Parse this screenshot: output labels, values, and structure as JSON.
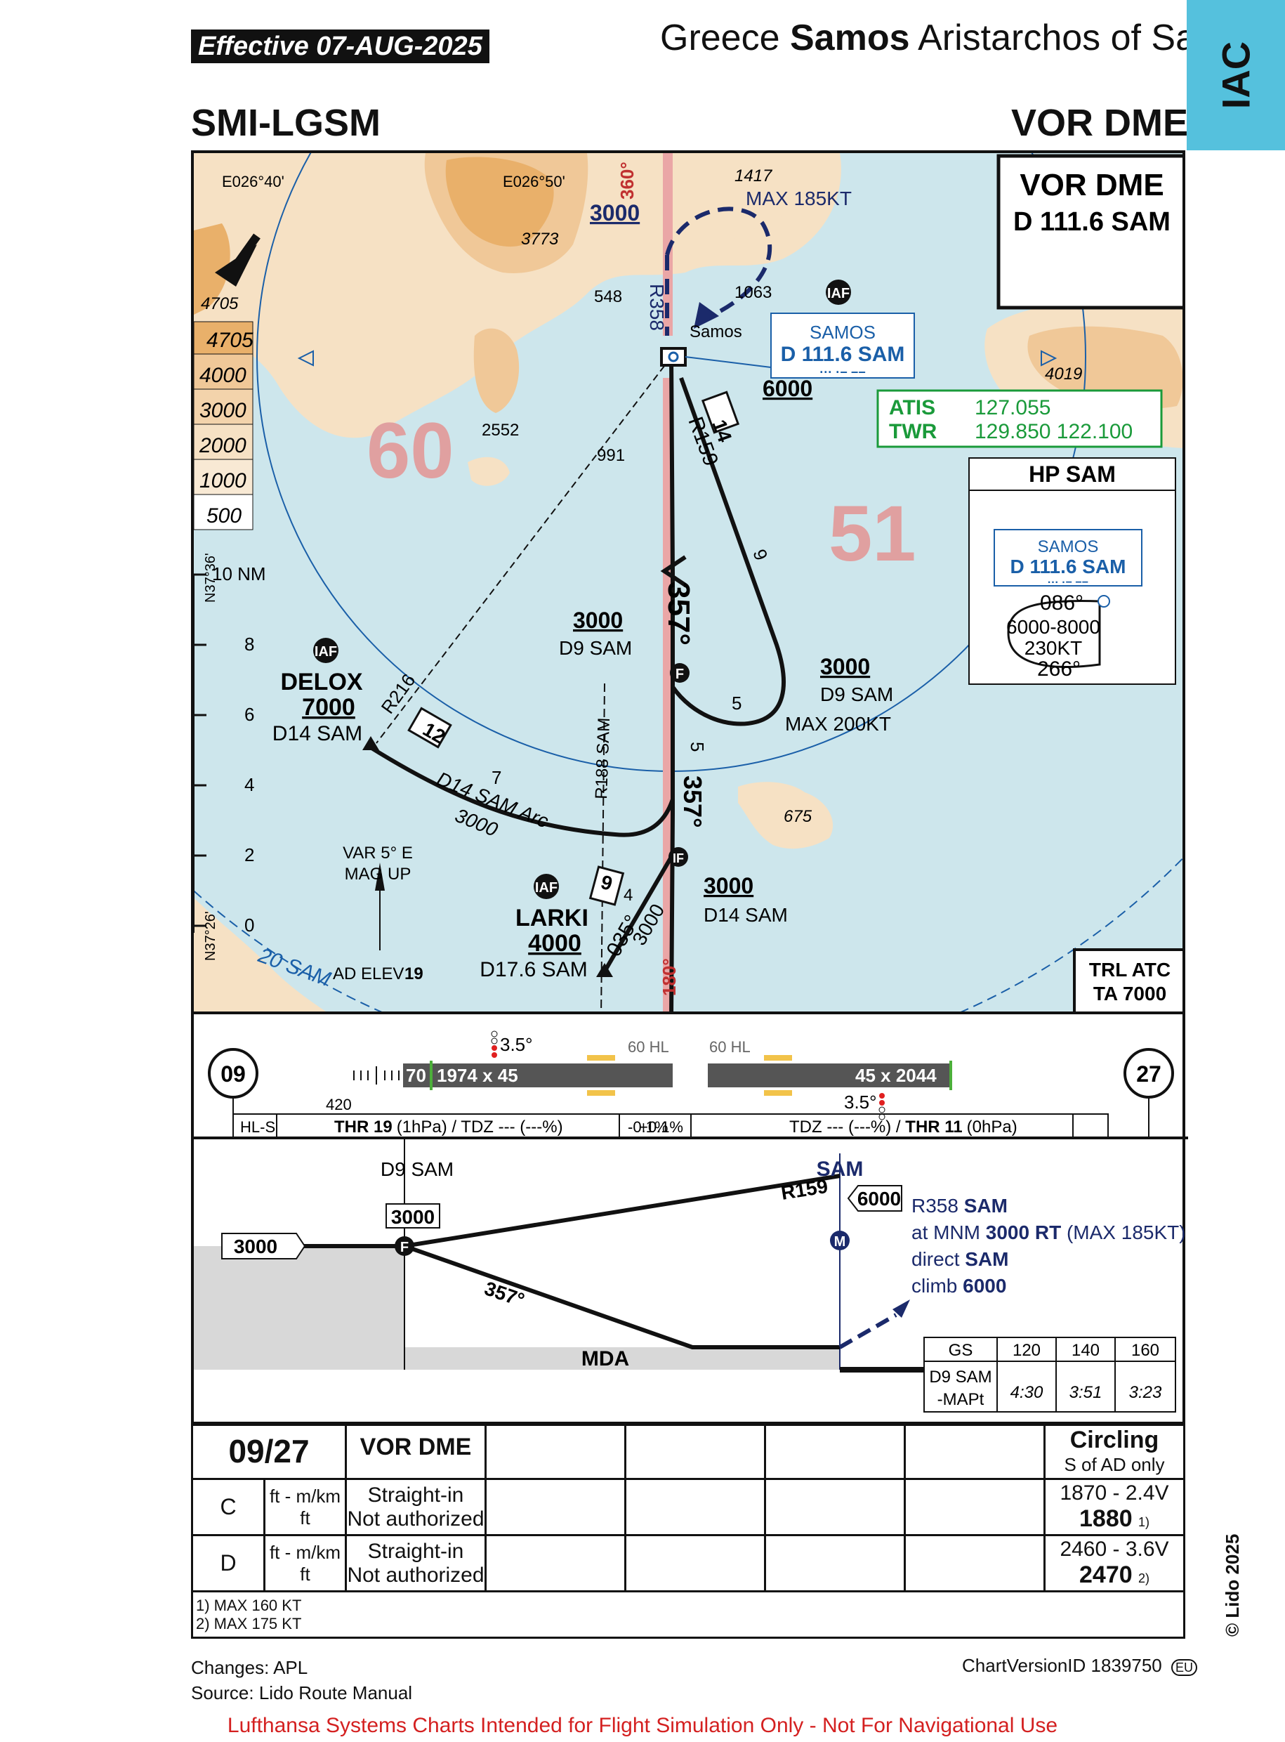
{
  "header": {
    "effective": "Effective  07-AUG-2025",
    "country": "Greece",
    "city": "Samos",
    "airport": "Aristarchos of Samos",
    "tab": "IAC",
    "ident": "SMI-LGSM",
    "procedure": "VOR DME"
  },
  "colors": {
    "tab": "#55c1dd",
    "water": "#cde6ec",
    "land": "#f6e1c4",
    "terrain_mid": "#f0c898",
    "terrain_high": "#e9b06a",
    "route": "#111111",
    "navaid_blue": "#1a5fa8",
    "atis_green": "#1a9a3a",
    "msa_red": "#e0a0a0",
    "runway_pink": "#eaa6a6",
    "disclaimer": "#d42020"
  },
  "plan": {
    "coords": {
      "lon1": "E026°40'",
      "lon2": "E026°50'",
      "lat_top": "N37°36'",
      "lat_bottom": "N37°26'"
    },
    "scale": [
      "10 NM",
      "8",
      "6",
      "4",
      "2",
      "0"
    ],
    "scale_ring": "20 SAM",
    "terrain_legend": [
      "4705",
      "4000",
      "3000",
      "2000",
      "1000",
      "500"
    ],
    "elevations": {
      "e4705": "4705",
      "e3773": "3773",
      "e548": "548",
      "e1417": "1417",
      "e1063": "1063",
      "e2552": "2552",
      "e991": "991",
      "e4019": "4019",
      "e675": "675"
    },
    "msa": {
      "west": "60",
      "east": "51"
    },
    "town": "Samos",
    "holding": {
      "altitude": "3000",
      "speed": "MAX 185KT",
      "radial": "R358",
      "course_360": "360°",
      "course_180": "180°"
    },
    "navaid_box": {
      "name": "SAMOS",
      "freq": "D 111.6 SAM",
      "morse": "··· ·− −−"
    },
    "comms": {
      "atis_label": "ATIS",
      "atis_freq": "127.055",
      "twr_label": "TWR",
      "twr_freq": "129.850  122.100"
    },
    "nav_header": {
      "title": "VOR DME",
      "freq": "D 111.6 SAM"
    },
    "hp": {
      "title": "HP SAM",
      "iaf": "IAF",
      "name": "SAMOS",
      "freq": "D 111.6 SAM",
      "morse": "··· ·− −−",
      "inbound": "086°",
      "alt": "6000-8000",
      "speed": "230KT",
      "outbound": "266°"
    },
    "route": {
      "r159": "R159",
      "leg14": "14",
      "alt6000": "6000",
      "leg9": "9",
      "alt3000_1": "3000",
      "d9_1": "D9 SAM",
      "course357": "357°",
      "alt3000_2": "3000",
      "d9_2": "D9 SAM",
      "leg5a": "5",
      "max200": "MAX 200KT",
      "leg5b": "5",
      "course357b": "357°",
      "r216": "R216",
      "r188": "R188 SAM",
      "leg12": "12",
      "leg7": "7",
      "arc": "D14 SAM Arc",
      "arc_alt": "3000",
      "leg9b": "9",
      "leg4": "4",
      "leg3000": "3000",
      "course035": "035°",
      "alt3000_if": "3000",
      "d14_if": "D14 SAM"
    },
    "fixes": {
      "delox_iaf": "IAF",
      "delox": "DELOX",
      "delox_alt": "7000",
      "delox_dme": "D14 SAM",
      "larki_iaf": "IAF",
      "larki": "LARKI",
      "larki_alt": "4000",
      "larki_dme": "D17.6 SAM",
      "iaf_top": "IAF",
      "f": "F",
      "if": "IF"
    },
    "var": "VAR 5° E",
    "mag_up": "MAG UP",
    "ad_elev_label": "AD ELEV",
    "ad_elev": "19",
    "trl": "TRL ATC",
    "ta": "TA 7000"
  },
  "aerodrome": {
    "rwy_left": "09",
    "rwy_right": "27",
    "papi_left": "3.5°",
    "papi_right": "3.5°",
    "hl_left": "60 HL",
    "hl_right": "60 HL",
    "approach_left": "70",
    "dims_left": "1974 x 45",
    "dims_right": "45 x 2044",
    "offset": "420",
    "hl_s": "HL-S",
    "thr_left_label": "THR 19",
    "thr_left_rest": "(1hPa) / TDZ --- (---%)",
    "slope_left": "-0.1%",
    "slope_right": "+0.1%",
    "thr_right_rest": "TDZ --- (---%) / ",
    "thr_right_label": "THR 11",
    "thr_right_hpa": "(0hPa)"
  },
  "profile": {
    "d9": "D9 SAM",
    "sam": "SAM",
    "alt3000_top": "3000",
    "alt3000_left": "3000",
    "alt6000": "6000",
    "r159": "R159",
    "course357": "357°",
    "mda": "MDA",
    "f": "F",
    "m": "M",
    "missed": [
      "R358 ",
      "SAM",
      "at MNM ",
      "3000 RT",
      " (MAX 185KT)",
      "direct ",
      "SAM",
      "climb ",
      "6000"
    ],
    "gs_table": {
      "head": [
        "GS",
        "120",
        "140",
        "160"
      ],
      "row_label1": "D9 SAM",
      "row_label2": "-MAPt",
      "values": [
        "4:30",
        "3:51",
        "3:23"
      ]
    }
  },
  "minima": {
    "rwy": "09/27",
    "proc": "VOR DME",
    "circling": "Circling",
    "circling_sub": "S of AD only",
    "rows": [
      {
        "cat": "C",
        "unit1": "ft - m/km",
        "unit2": "ft",
        "si1": "Straight-in",
        "si2": "Not authorized",
        "c1": "1870 - 2.4V",
        "c2": "1880",
        "note": "1)"
      },
      {
        "cat": "D",
        "unit1": "ft - m/km",
        "unit2": "ft",
        "si1": "Straight-in",
        "si2": "Not authorized",
        "c1": "2460 - 3.6V",
        "c2": "2470",
        "note": "2)"
      }
    ],
    "notes": [
      "1) MAX 160 KT",
      "2) MAX 175 KT"
    ]
  },
  "footer": {
    "changes": "Changes: APL",
    "source": "Source: Lido Route Manual",
    "version": "ChartVersionID 1839750",
    "eu": "EU",
    "copyright": "© Lido 2025",
    "disclaimer": "Lufthansa Systems Charts Intended for Flight Simulation Only - Not For Navigational Use"
  }
}
